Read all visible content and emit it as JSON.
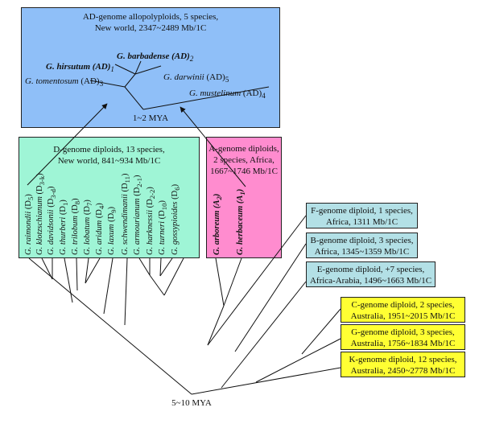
{
  "ad_box": {
    "title_line1": "AD-genome allopolyploids, 5 species,",
    "title_line2": "New world, 2347~2489 Mb/1C",
    "species": [
      {
        "name": "G. hirsutum",
        "genome": "(AD)",
        "sub": "1"
      },
      {
        "name": "G. barbadense",
        "genome": "(AD)",
        "sub": "2"
      },
      {
        "name": "G. tomentosum",
        "genome": "(AD)",
        "sub": "3"
      },
      {
        "name": "G. darwinii",
        "genome": "(AD)",
        "sub": "5"
      },
      {
        "name": "G. mustelinum",
        "genome": "(AD)",
        "sub": "4"
      }
    ],
    "age": "1~2 MYA",
    "color": "#8fbff8"
  },
  "d_box": {
    "title_line1": "D-genome diploids, 13 species,",
    "title_line2": "New world, 841~934 Mb/1C",
    "color": "#9ff5d6",
    "species": [
      {
        "name": "G. raimondii",
        "genome": "(D",
        "sub": "5",
        "close": ")"
      },
      {
        "name": "G. klotzschianum",
        "genome": "(D",
        "sub": "3-k",
        "close": ")"
      },
      {
        "name": "G. davidsonii",
        "genome": "(D",
        "sub": "3-d",
        "close": ")"
      },
      {
        "name": "G. thurberi",
        "genome": "(D",
        "sub": "1",
        "close": ")"
      },
      {
        "name": "G. trilobum",
        "genome": "(D",
        "sub": "8",
        "close": ")"
      },
      {
        "name": "G. lobatum",
        "genome": "(D",
        "sub": "7",
        "close": ")"
      },
      {
        "name": "G. aridum",
        "genome": "(D",
        "sub": "4",
        "close": ")"
      },
      {
        "name": "G. laxum",
        "genome": "(D",
        "sub": "9",
        "close": ")"
      },
      {
        "name": "G. schwendimanii",
        "genome": "(D",
        "sub": "11",
        "close": ")"
      },
      {
        "name": "G. armourianum",
        "genome": "(D",
        "sub": "2-1",
        "close": ")"
      },
      {
        "name": "G. harknessii",
        "genome": "(D",
        "sub": "2-2",
        "close": ")"
      },
      {
        "name": "G. turneri",
        "genome": "(D",
        "sub": "10",
        "close": ")"
      },
      {
        "name": "G. gossypioides",
        "genome": "(D",
        "sub": "6",
        "close": ")"
      }
    ]
  },
  "a_box": {
    "title_line1": "A-genome diploids,",
    "title_line2": "2 species, Africa,",
    "title_line3": "1667~1746 Mb/1C",
    "color": "#ff8ccf",
    "species": [
      {
        "name": "G. arboreum",
        "genome": "(A",
        "sub": "2",
        "close": ")"
      },
      {
        "name": "G. herbaceum",
        "genome": "(A",
        "sub": "1",
        "close": ")"
      }
    ]
  },
  "right_boxes": [
    {
      "line1": "F-genome diploid, 1 species,",
      "line2": "Africa, 1311 Mb/1C",
      "color": "#b3e0e6"
    },
    {
      "line1": "B-genome diploid, 3 species,",
      "line2": "Africa, 1345~1359 Mb/1C",
      "color": "#b3e0e6"
    },
    {
      "line1": "E-genome diploid, +7 species,",
      "line2": "Africa-Arabia, 1496~1663 Mb/1C",
      "color": "#b3e0e6"
    },
    {
      "line1": "C-genome diploid, 2 species,",
      "line2": "Australia, 1951~2015 Mb/1C",
      "color": "#ffff33"
    },
    {
      "line1": "G-genome diploid, 3 species,",
      "line2": "Australia, 1756~1834 Mb/1C",
      "color": "#ffff33"
    },
    {
      "line1": "K-genome diploid, 12 species,",
      "line2": "Australia, 2450~2778 Mb/1C",
      "color": "#ffff33"
    }
  ],
  "root_age": "5~10 MYA"
}
